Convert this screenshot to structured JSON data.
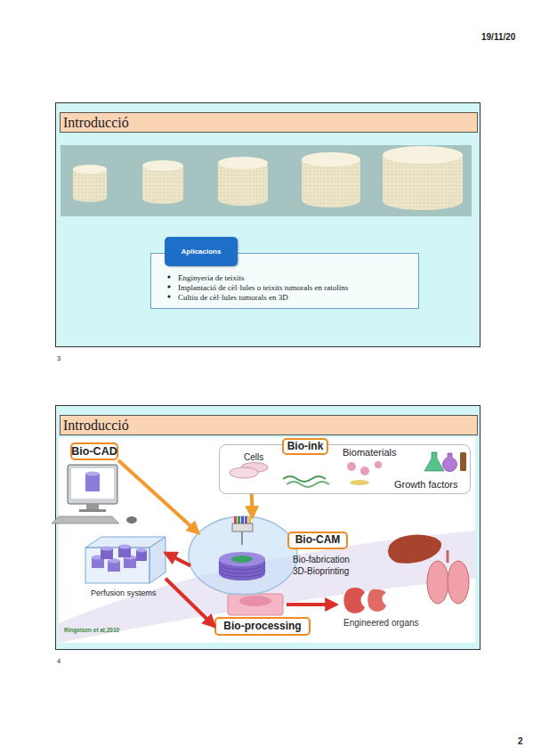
{
  "diagram": {
    "nodes": [
      {
        "text": [
          "3"
        ]
      },
      {
        "text": [
          "Introducció"
        ],
        "in": 0
      },
      {
        "text": [
          "Aplicacions"
        ],
        "in": 0
      },
      {
        "text": [
          "Enginyeria de teixits",
          "Implantació de cèl·lules o teixits tumorals en ratolins",
          "Cultiu de cèl·lules tumorals en 3D"
        ],
        "in": 0
      },
      {
        "text": [
          "4"
        ]
      },
      {
        "text": [
          "Introducció"
        ],
        "in": 4
      },
      {
        "text": [
          "Bio-CAD"
        ],
        "in": 4
      },
      {
        "text": [
          "Cells",
          "Biomaterials",
          "Growth factors"
        ],
        "in": 4
      },
      {
        "text": [
          "Bio-ink"
        ],
        "in": 7
      },
      {
        "text": [
          "Bio-fabrication",
          "3D-Bioprinting"
        ],
        "in": 4
      },
      {
        "text": [
          "Bio-CAM"
        ],
        "in": 9
      },
      {
        "text": [
          "Perfusion systems"
        ],
        "in": 4
      },
      {
        "text": [
          "Bio-processing"
        ],
        "in": 4
      }
    ],
    "edges": [
      {
        "from": 6,
        "to": 9,
        "arrow": "to"
      },
      {
        "from": 7,
        "to": 9,
        "arrow": "to"
      },
      {
        "from": 9,
        "to": 11,
        "arrow": "to"
      },
      {
        "from": 11,
        "to": 12,
        "arrow": "to"
      }
    ],
    "labels": [
      "19/11/20",
      "Engineered organs",
      "Ringeisen et al,2010",
      "2"
    ]
  }
}
